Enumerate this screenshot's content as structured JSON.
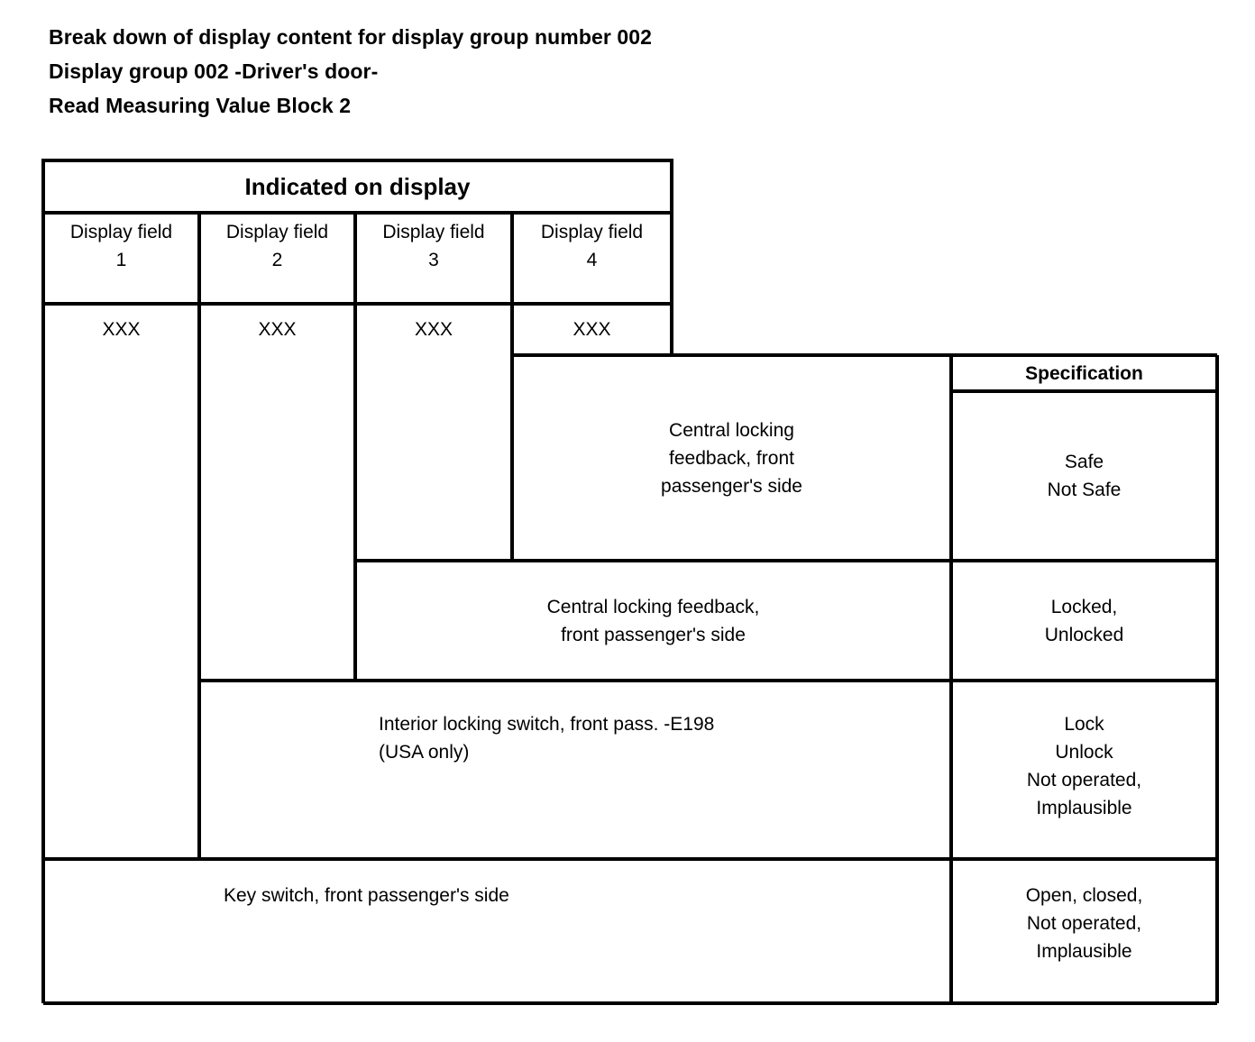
{
  "title": {
    "line1": "Break down of display content for display group number 002",
    "line2": "Display group 002 -Driver's door-",
    "line3": "Read Measuring Value Block 2"
  },
  "table": {
    "display_header": "Indicated on display",
    "spec_header": "Specification",
    "display_fields": [
      {
        "label": "Display field\n1",
        "value": "XXX"
      },
      {
        "label": "Display field\n2",
        "value": "XXX"
      },
      {
        "label": "Display field\n3",
        "value": "XXX"
      },
      {
        "label": "Display field\n4",
        "value": "XXX"
      }
    ],
    "rows": [
      {
        "description": "Central locking\nfeedback, front\npassenger's side",
        "specification": "Safe\nNot Safe"
      },
      {
        "description": "Central locking feedback,\nfront passenger's side",
        "specification": "Locked,\nUnlocked"
      },
      {
        "description": "Interior locking switch, front pass. -E198\n(USA only)",
        "specification": "Lock\nUnlock\nNot operated,\nImplausible"
      },
      {
        "description": "Key switch, front passenger's side",
        "specification": "Open, closed,\nNot operated,\nImplausible"
      }
    ]
  },
  "colors": {
    "ink": "#000000",
    "paper": "#ffffff"
  }
}
